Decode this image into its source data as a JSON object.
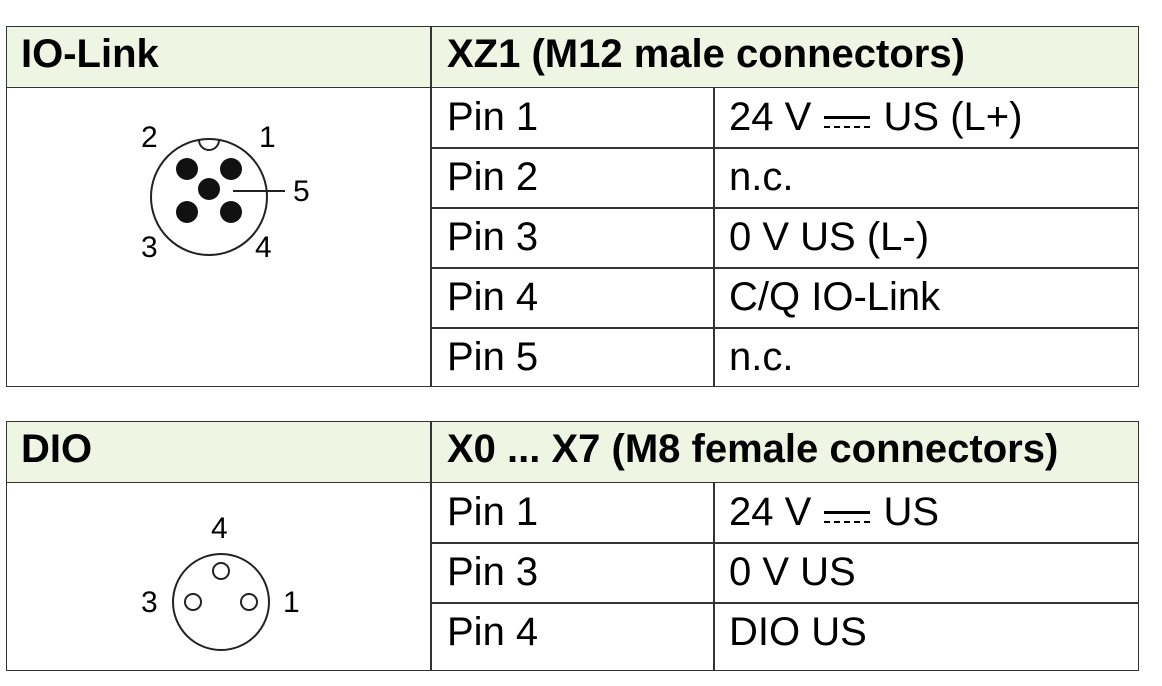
{
  "iolink": {
    "title": "IO-Link",
    "connector": "XZ1 (M12 male connectors)",
    "diagram_labels": [
      "2",
      "1",
      "5",
      "3",
      "4"
    ],
    "pins": [
      {
        "pin": "Pin 1",
        "pre": "24 V",
        "post": "US (L+)",
        "dc": true
      },
      {
        "pin": "Pin 2",
        "pre": "n.c.",
        "post": "",
        "dc": false
      },
      {
        "pin": "Pin 3",
        "pre": "0 V US (L-)",
        "post": "",
        "dc": false
      },
      {
        "pin": "Pin 4",
        "pre": "C/Q IO-Link",
        "post": "",
        "dc": false
      },
      {
        "pin": "Pin 5",
        "pre": "n.c.",
        "post": "",
        "dc": false
      }
    ]
  },
  "dio": {
    "title": "DIO",
    "connector": "X0 ... X7 (M8 female connectors)",
    "diagram_labels": [
      "4",
      "3",
      "1"
    ],
    "pins": [
      {
        "pin": "Pin 1",
        "pre": "24 V",
        "post": "US",
        "dc": true
      },
      {
        "pin": "Pin 3",
        "pre": "0 V US",
        "post": "",
        "dc": false
      },
      {
        "pin": "Pin 4",
        "pre": "DIO US",
        "post": "",
        "dc": false
      }
    ]
  },
  "colors": {
    "header_bg": "#eef6e3",
    "border": "#333333"
  }
}
